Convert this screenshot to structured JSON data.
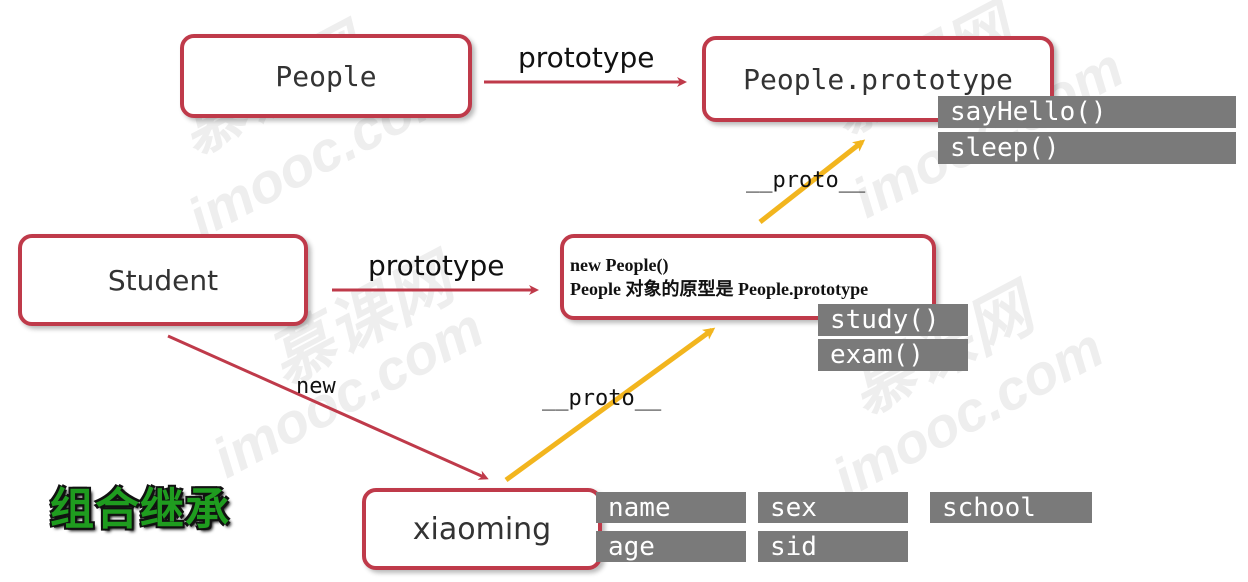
{
  "nodes": {
    "people": "People",
    "people_prototype": "People.prototype",
    "student": "Student",
    "new_people_line1": "new People()",
    "new_people_line2": "People 对象的原型是 People.prototype",
    "xiaoming": "xiaoming"
  },
  "edge_labels": {
    "people_to_prototype": "prototype",
    "student_to_new_people": "prototype",
    "new_people_proto": "__proto__",
    "xiaoming_proto": "__proto__",
    "student_new": "new"
  },
  "people_prototype_methods": [
    "sayHello()",
    "sleep()"
  ],
  "new_people_methods": [
    "study()",
    "exam()"
  ],
  "xiaoming_props": [
    "name",
    "sex",
    "school",
    "age",
    "sid"
  ],
  "title": "组合继承",
  "colors": {
    "box_border": "#bf3a4a",
    "prototype_arrow": "#bf3a4a",
    "proto_arrow": "#f2b51e",
    "tag_bg": "#7a7a7a",
    "title_green": "#1f9c1f"
  }
}
